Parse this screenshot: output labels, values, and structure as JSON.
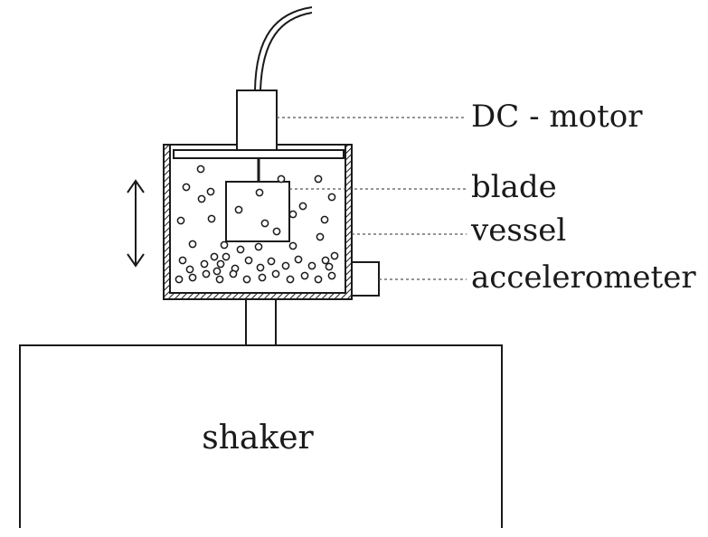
{
  "labels": {
    "motor": "DC - motor",
    "blade": "blade",
    "vessel": "vessel",
    "accelerometer": "accelerometer",
    "shaker": "shaker"
  },
  "icons": {
    "vibration_direction": "double-headed-vertical-arrow-icon"
  },
  "colors": {
    "line": "#1a1a1a",
    "leader": "#555555",
    "background": "#ffffff"
  }
}
